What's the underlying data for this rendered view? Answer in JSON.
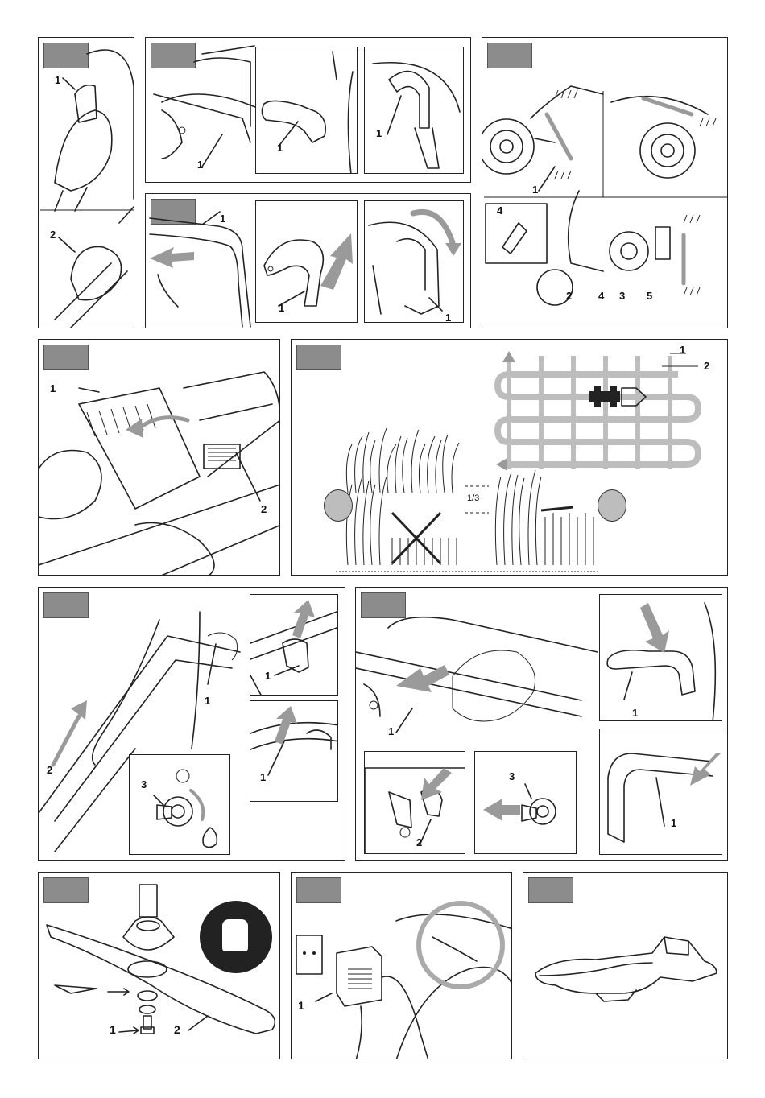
{
  "panels": {
    "p1": {
      "labels": [
        "1",
        "2"
      ]
    },
    "p2a": {
      "labels": [
        "1"
      ]
    },
    "p2b": {
      "labels": [
        "1"
      ]
    },
    "p2c": {
      "labels": [
        "1"
      ]
    },
    "p3a": {
      "labels": [
        "1"
      ]
    },
    "p3b": {
      "labels": [
        "1"
      ]
    },
    "p3c": {
      "labels": [
        "1"
      ]
    },
    "p4a": {
      "labels": [
        "1"
      ]
    },
    "p4b": {
      "labels": [
        "4",
        "2",
        "4",
        "3",
        "5"
      ]
    },
    "p5": {
      "labels": [
        "1",
        "2"
      ]
    },
    "p6": {
      "labels": [
        "1",
        "2"
      ],
      "fraction": "1/3"
    },
    "p7": {
      "labels": [
        "2",
        "1",
        "1",
        "1",
        "3"
      ]
    },
    "p8": {
      "labels": [
        "1",
        "1",
        "1",
        "2",
        "3"
      ]
    },
    "p9": {
      "labels": [
        "1",
        "2"
      ]
    },
    "p10": {
      "labels": [
        "1"
      ]
    },
    "p11": {
      "labels": []
    }
  },
  "colors": {
    "tab": "#8c8c8c",
    "arrow": "#9a9a9a",
    "ink": "#222222"
  },
  "icons": [
    "gloves-icon",
    "charger-icon",
    "wall-socket-icon",
    "face-angry-icon",
    "face-happy-icon",
    "mower-icon"
  ]
}
